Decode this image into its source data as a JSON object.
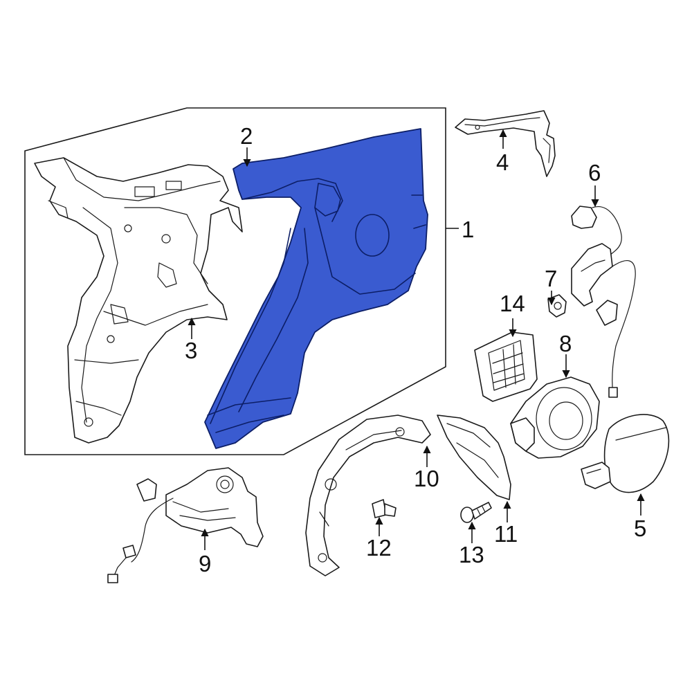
{
  "colors": {
    "highlight": "#3a5bd0",
    "line_art": "#1a1a1a",
    "background": "#ffffff"
  },
  "callouts": {
    "c1": "1",
    "c2": "2",
    "c3": "3",
    "c4": "4",
    "c5": "5",
    "c6": "6",
    "c7": "7",
    "c8": "8",
    "c9": "9",
    "c10": "10",
    "c11": "11",
    "c12": "12",
    "c13": "13",
    "c14": "14"
  }
}
